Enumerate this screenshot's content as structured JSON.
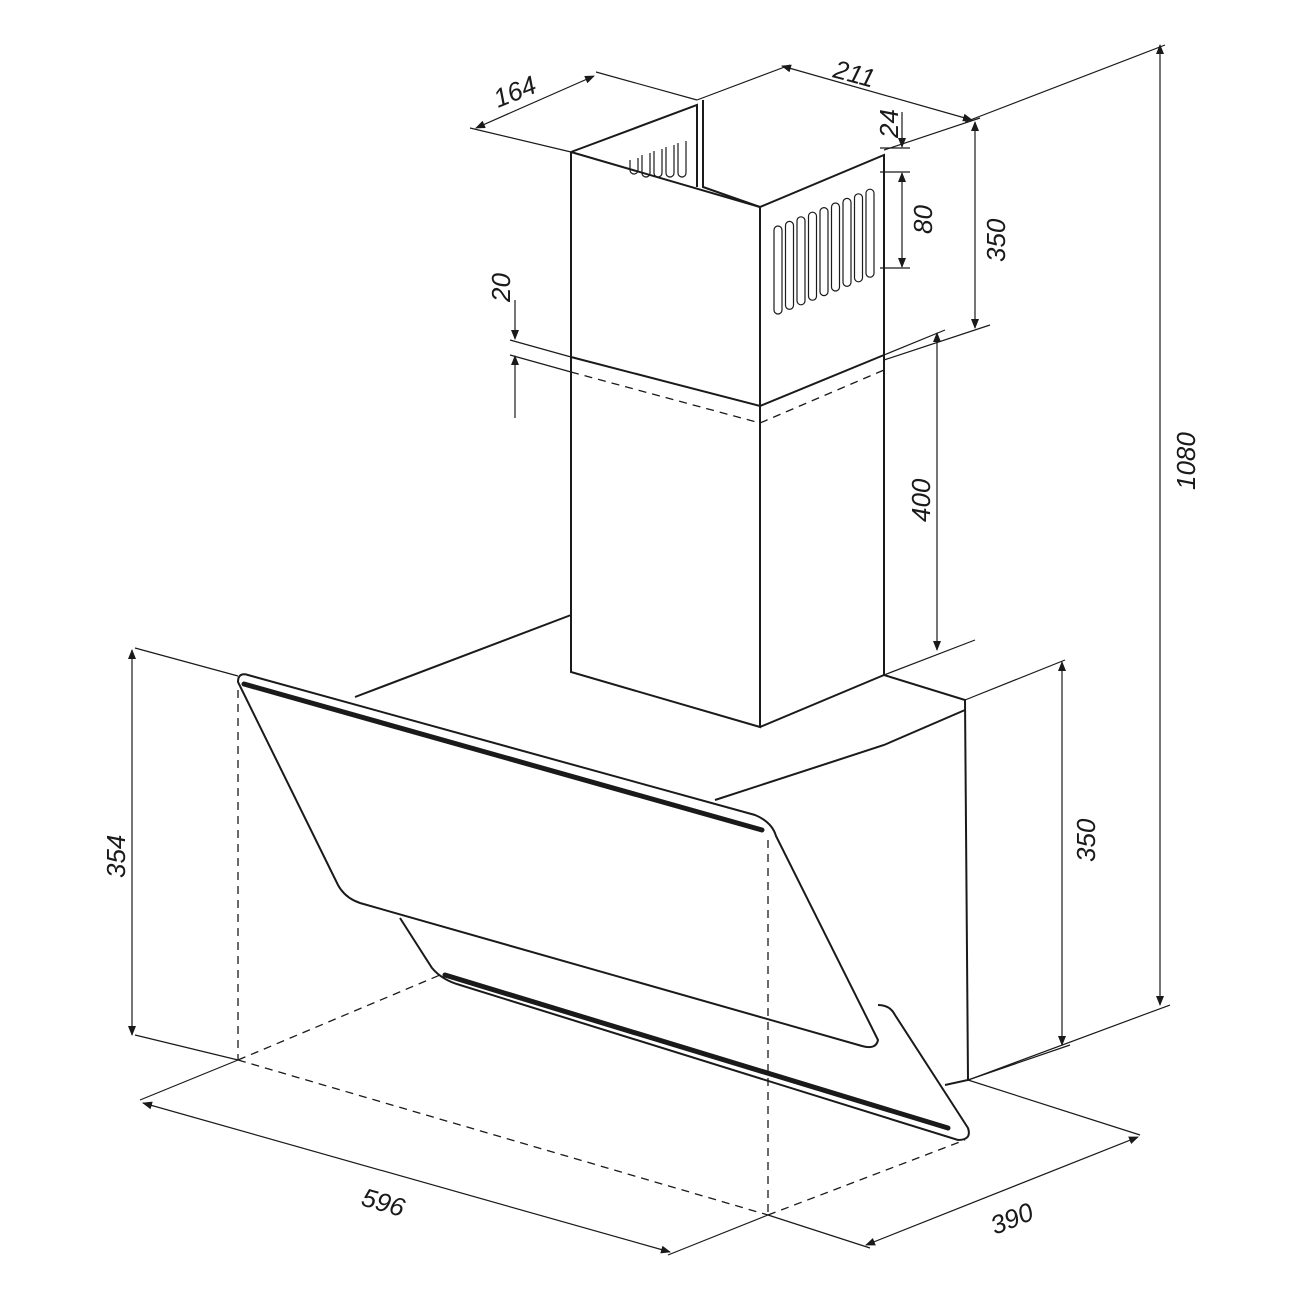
{
  "title": "Range hood dimensions",
  "dimensions": {
    "chimney_depth": "164",
    "chimney_width": "211",
    "vent_offset": "24",
    "vent_height": "80",
    "upper_chimney_height": "350",
    "overlap": "20",
    "lower_chimney_height": "400",
    "total_height": "1080",
    "glass_height": "354",
    "body_height": "350",
    "width": "596",
    "depth": "390"
  }
}
